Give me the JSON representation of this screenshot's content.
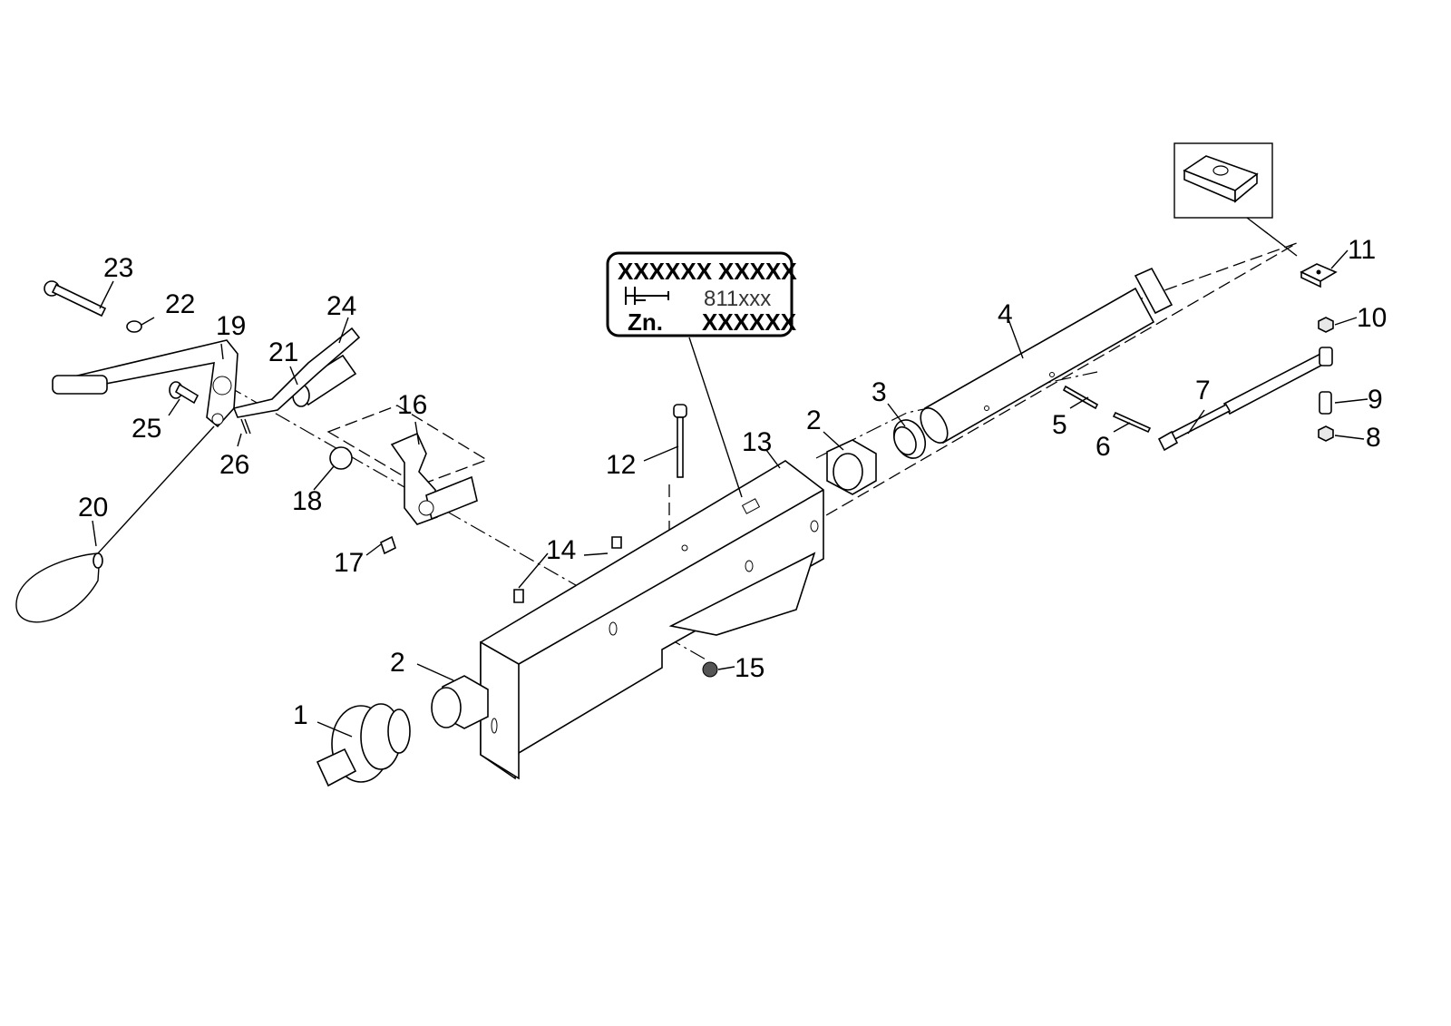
{
  "callouts": [
    "1",
    "2",
    "2",
    "3",
    "4",
    "5",
    "6",
    "7",
    "8",
    "9",
    "10",
    "11",
    "12",
    "13",
    "14",
    "15",
    "16",
    "17",
    "18",
    "19",
    "20",
    "21",
    "22",
    "23",
    "24",
    "25",
    "26"
  ],
  "plate": {
    "row1_left": "XXXXXX",
    "row1_right": "XXXXX",
    "row2_code": "811xxx",
    "row3_label": "Zn.",
    "row3_value": "XXXXXX"
  },
  "colors": {
    "line": "#000000",
    "background": "#ffffff",
    "shade": "#e8e8e8"
  }
}
